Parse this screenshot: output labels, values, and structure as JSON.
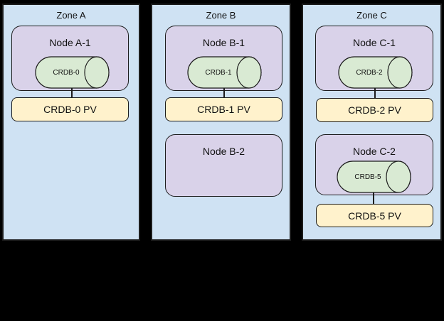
{
  "colors": {
    "background": "#000000",
    "zone_fill": "#cfe2f3",
    "node_fill": "#d9d2e9",
    "pod_fill": "#d9ead3",
    "pv_fill": "#fff2cc",
    "stroke": "#1c1c1c"
  },
  "zones": [
    {
      "label": "Zone A",
      "node1": {
        "label": "Node A-1",
        "pod": "CRDB-0"
      },
      "pv1": "CRDB-0 PV"
    },
    {
      "label": "Zone B",
      "node1": {
        "label": "Node B-1",
        "pod": "CRDB-1"
      },
      "pv1": "CRDB-1 PV",
      "node2": {
        "label": "Node B-2"
      }
    },
    {
      "label": "Zone C",
      "node1": {
        "label": "Node C-1",
        "pod": "CRDB-2"
      },
      "pv1": "CRDB-2 PV",
      "node2": {
        "label": "Node C-2",
        "pod": "CRDB-5"
      },
      "pv2": "CRDB-5 PV"
    }
  ]
}
